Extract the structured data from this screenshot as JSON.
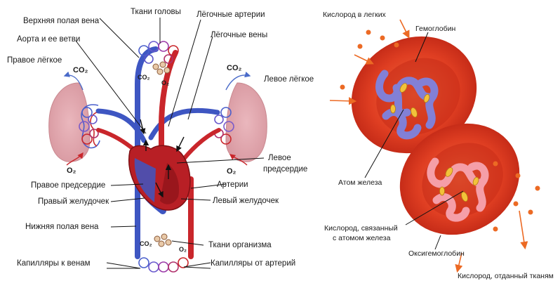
{
  "circulation": {
    "labels": {
      "svc": "Верхняя полая вена",
      "head": "Ткани головы",
      "pulm_art": "Лёгочные артерии",
      "aorta": "Аорта и ее ветви",
      "pulm_veins": "Лёгочные вены",
      "right_lung": "Правое лёгкое",
      "left_lung": "Левое лёгкое",
      "left_atrium_1": "Левое",
      "left_atrium_2": "предсердие",
      "arteries": "Артерии",
      "right_atrium": "Правое предсердие",
      "right_ventricle": "Правый желудочек",
      "left_ventricle": "Левый желудочек",
      "ivc": "Нижняя полая вена",
      "body_tissue": "Ткани организма",
      "cap_veins": "Капилляры к венам",
      "cap_arteries": "Капилляры от артерий"
    },
    "gas": {
      "co2": "CO₂",
      "o2": "O₂",
      "co2_rl": "CO₂",
      "o2_rl": "O₂",
      "co2_ll": "CO₂",
      "o2_ll": "O₂",
      "co2_head": "CO₂",
      "o2_head": "O₂",
      "co2_body": "CO₂",
      "o2_body": "O₂"
    }
  },
  "hemoglobin": {
    "labels": {
      "oxygen_lungs": "Кислород в легких",
      "hemoglobin": "Гемоглобин",
      "iron_atom": "Атом железа",
      "bound_1": "Кислород, связанный",
      "bound_2": "с атомом железа",
      "oxyhemoglobin": "Оксигемоглобин",
      "oxygen_tissue": "Кислород, отданный тканям"
    }
  },
  "colors": {
    "vein_blue": "#3e56c2",
    "artery_red": "#c9262b",
    "lung_pink": "#e3a6ad",
    "rbc_red": "#d9341f",
    "oxygen_orange": "#ec6a24",
    "deoxy_blue": "#7b86e6",
    "oxy_pink": "#f7a4b0"
  }
}
